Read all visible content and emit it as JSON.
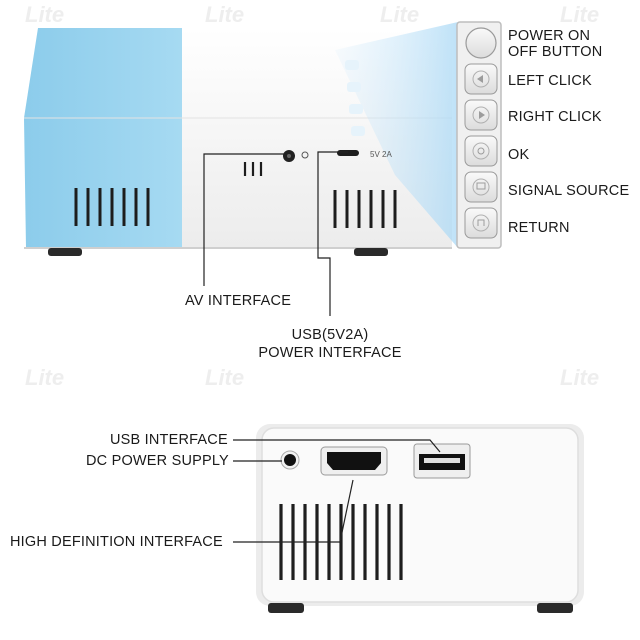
{
  "diagram": {
    "top_view": {
      "port_label": "5V 2A",
      "callouts": {
        "av_interface": "AV INTERFACE",
        "usb_power_line1": "USB(5V2A)",
        "usb_power_line2": "POWER INTERFACE"
      },
      "buttons": [
        {
          "id": "power",
          "label_line1": "POWER ON",
          "label_line2": "OFF BUTTON",
          "icon": "circle-icon"
        },
        {
          "id": "left",
          "label_line1": "LEFT CLICK",
          "icon": "triangle-left-icon"
        },
        {
          "id": "right",
          "label_line1": "RIGHT CLICK",
          "icon": "triangle-right-icon"
        },
        {
          "id": "ok",
          "label_line1": "OK",
          "icon": "ok-icon"
        },
        {
          "id": "source",
          "label_line1": "SIGNAL SOURCE",
          "icon": "source-icon"
        },
        {
          "id": "return",
          "label_line1": "RETURN",
          "icon": "return-icon"
        }
      ]
    },
    "bottom_view": {
      "callouts": {
        "usb_interface": "USB INTERFACE",
        "dc_power": "DC POWER SUPPLY",
        "hd_interface": "HIGH DEFINITION INTERFACE"
      }
    },
    "colors": {
      "accent_blue": "#8fd0ee",
      "body_white": "#f4f4f4",
      "line": "#222222",
      "watermark": "#e6e6e6"
    },
    "watermark_text": "Lite"
  }
}
